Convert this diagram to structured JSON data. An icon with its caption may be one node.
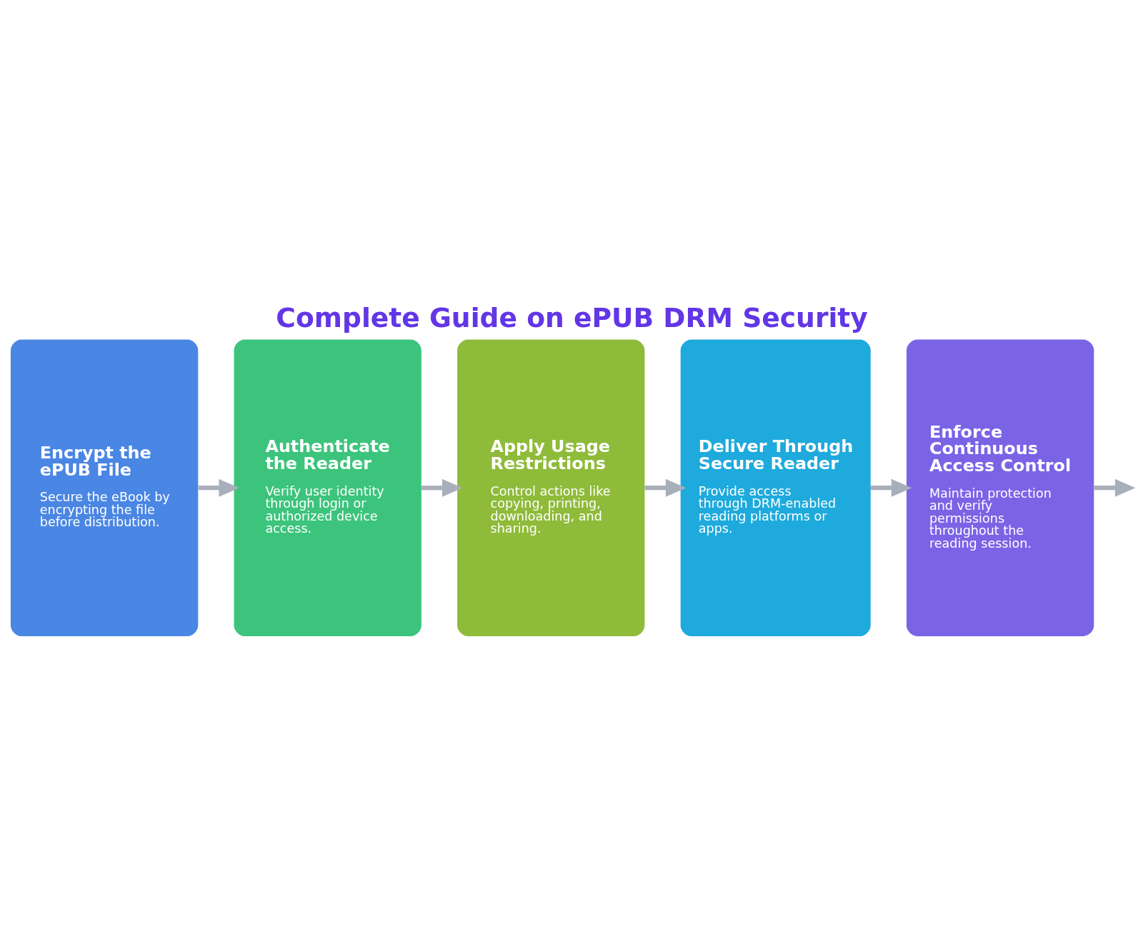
{
  "diagram": {
    "title": "Complete Guide on ePUB DRM Security",
    "nodes": [
      {
        "text": [
          "Encrypt the ePUB File",
          "Secure the eBook by encrypting the file before distribution."
        ]
      },
      {
        "text": [
          "Authenticate the Reader",
          "Verify user identity through login or authorized device access."
        ]
      },
      {
        "text": [
          "Apply Usage Restrictions",
          "Control actions like copying, printing, downloading, and sharing."
        ]
      },
      {
        "text": [
          "Deliver Through Secure Reader",
          "Provide access through DRM-enabled reading platforms or apps."
        ]
      },
      {
        "text": [
          "Enforce Continuous Access Control",
          "Maintain protection and verify permissions throughout the reading session."
        ]
      }
    ],
    "edges": [
      {
        "from": 0,
        "to": 1,
        "arrow": "to"
      },
      {
        "from": 1,
        "to": 2,
        "arrow": "to"
      },
      {
        "from": 2,
        "to": 3,
        "arrow": "to"
      },
      {
        "from": 3,
        "to": 4,
        "arrow": "to"
      },
      {
        "from": 4,
        "to": null,
        "arrow": "to"
      }
    ]
  }
}
